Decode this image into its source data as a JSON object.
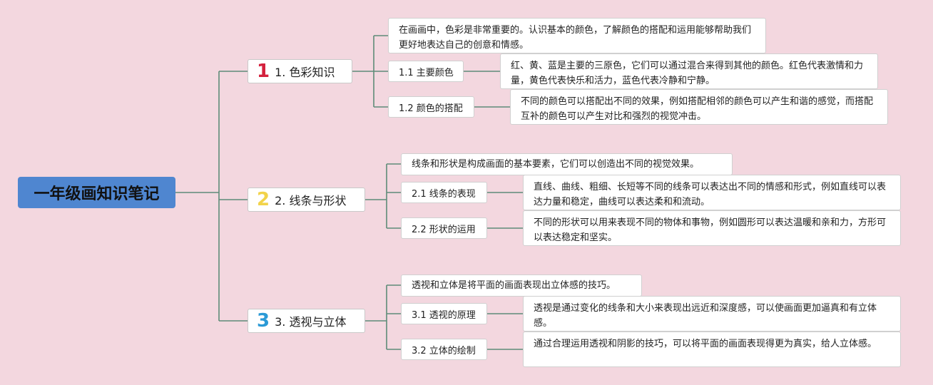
{
  "colors": {
    "background": "#f3d7df",
    "root": "#4f86d0",
    "connector": "#5e8c78",
    "num1": "#d4213d",
    "num2": "#f2d34a",
    "num3": "#2b9ad6"
  },
  "root": {
    "title": "一年级画知识笔记"
  },
  "branches": [
    {
      "num": "1",
      "label": "1. 色彩知识",
      "intro": "在画画中，色彩是非常重要的。认识基本的颜色，了解颜色的搭配和运用能够帮助我们更好地表达自己的创意和情感。",
      "subs": [
        {
          "label": "1.1 主要颜色",
          "detail": "红、黄、蓝是主要的三原色，它们可以通过混合来得到其他的颜色。红色代表激情和力量，黄色代表快乐和活力，蓝色代表冷静和宁静。"
        },
        {
          "label": "1.2 颜色的搭配",
          "detail": "不同的颜色可以搭配出不同的效果，例如搭配相邻的颜色可以产生和谐的感觉，而搭配互补的颜色可以产生对比和强烈的视觉冲击。"
        }
      ]
    },
    {
      "num": "2",
      "label": "2. 线条与形状",
      "intro": "线条和形状是构成画面的基本要素，它们可以创造出不同的视觉效果。",
      "subs": [
        {
          "label": "2.1 线条的表现",
          "detail": "直线、曲线、粗细、长短等不同的线条可以表达出不同的情感和形式，例如直线可以表达力量和稳定，曲线可以表达柔和和流动。"
        },
        {
          "label": "2.2 形状的运用",
          "detail": "不同的形状可以用来表现不同的物体和事物，例如圆形可以表达温暖和亲和力，方形可以表达稳定和坚实。"
        }
      ]
    },
    {
      "num": "3",
      "label": "3. 透视与立体",
      "intro": "透视和立体是将平面的画面表现出立体感的技巧。",
      "subs": [
        {
          "label": "3.1 透视的原理",
          "detail": "透视是通过变化的线条和大小来表现出远近和深度感，可以使画面更加逼真和有立体感。"
        },
        {
          "label": "3.2 立体的绘制",
          "detail": "通过合理运用透视和阴影的技巧，可以将平面的画面表现得更为真实，给人立体感。"
        }
      ]
    }
  ]
}
